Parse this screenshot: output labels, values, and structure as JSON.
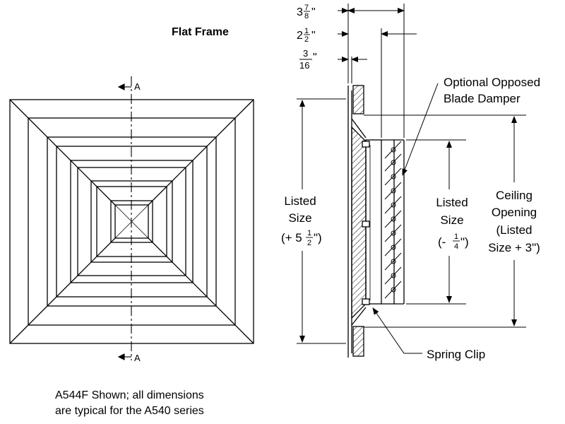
{
  "title": "Flat Frame",
  "section_marker": "A",
  "dimensions": {
    "overall_depth": {
      "whole": "3",
      "num": "7",
      "den": "8",
      "unit": "\""
    },
    "blade_depth": {
      "whole": "2",
      "num": "1",
      "den": "2",
      "unit": "\""
    },
    "flange": {
      "num": "3",
      "den": "16",
      "unit": "\""
    }
  },
  "labels": {
    "damper_line1": "Optional Opposed",
    "damper_line2": "Blade Damper",
    "listed_size_line1": "Listed",
    "listed_size_line2": "Size",
    "listed_size_tol_open": "(+ 5",
    "listed_size_tol_num": "1",
    "listed_size_tol_den": "2",
    "listed_size_tol_close": "\")",
    "inner_size_line1": "Listed",
    "inner_size_line2": "Size",
    "inner_size_tol_open": "(-",
    "inner_size_tol_num": "1",
    "inner_size_tol_den": "4",
    "inner_size_tol_close": "\")",
    "ceiling_line1": "Ceiling",
    "ceiling_line2": "Opening",
    "ceiling_line3": "(Listed",
    "ceiling_line4": "Size  + 3\")",
    "spring_clip": "Spring Clip"
  },
  "caption": {
    "line1": "A544F Shown; all dimensions",
    "line2": "are typical for the A540 series"
  }
}
